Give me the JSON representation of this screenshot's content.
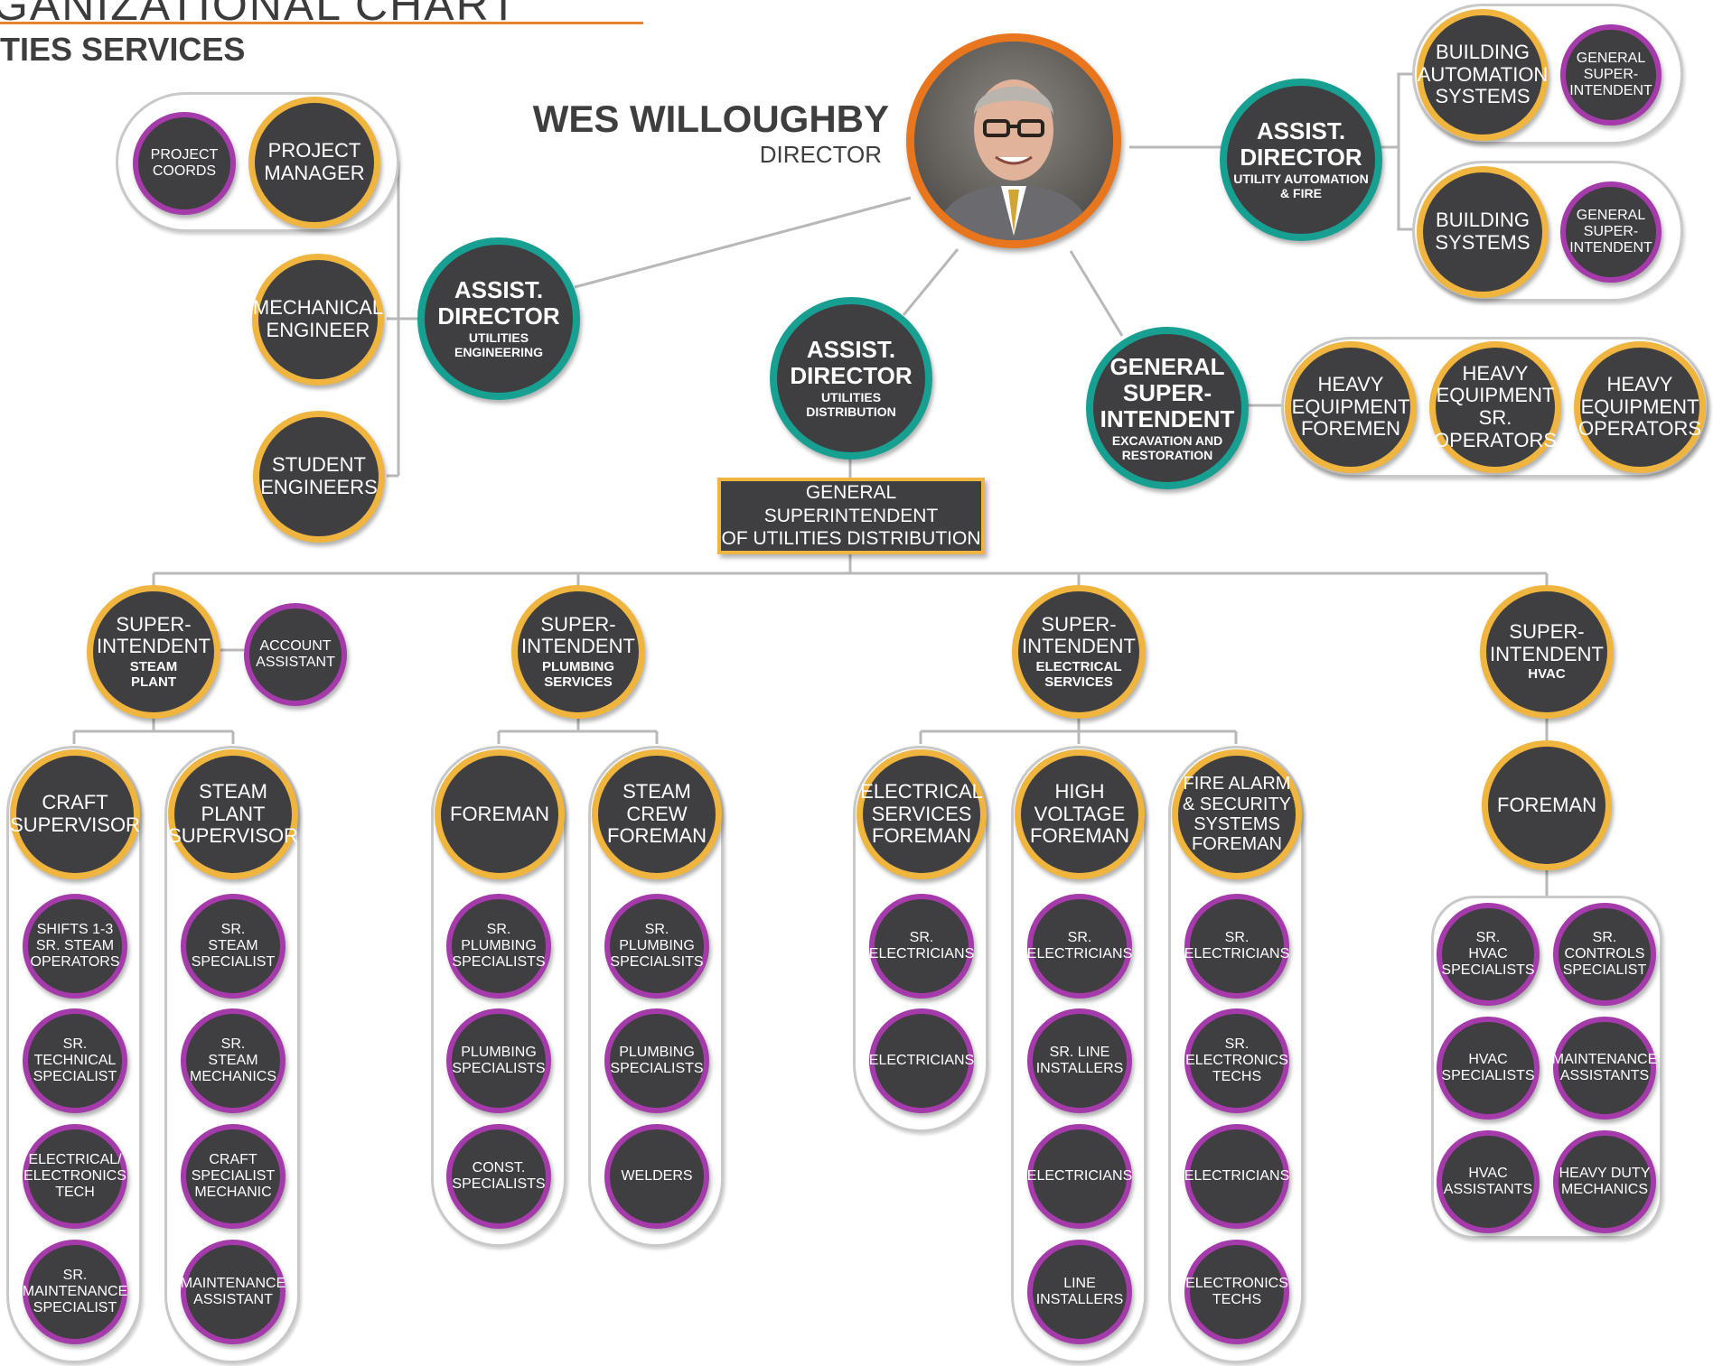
{
  "header": {
    "title": "GANIZATIONAL CHART",
    "subtitle": "TIES SERVICES"
  },
  "director": {
    "name": "WES WILLOUGHBY",
    "title": "DIRECTOR"
  },
  "colors": {
    "node_fill": "#3f3e41",
    "gold_ring": "#f0b53e",
    "teal_ring": "#17a092",
    "purple_ring": "#a53aab",
    "orange_ring": "#e8761e",
    "connector": "#b8b8b8"
  },
  "engineering": {
    "assist_director": {
      "title": "ASSIST.\nDIRECTOR",
      "sub": "UTILITIES\nENGINEERING"
    },
    "project_coords": "PROJECT\nCOORDS",
    "project_manager": "PROJECT\nMANAGER",
    "mechanical_engineer": "MECHANICAL\nENGINEER",
    "student_engineers": "STUDENT\nENGINEERS"
  },
  "automation": {
    "assist_director": {
      "title": "ASSIST.\nDIRECTOR",
      "sub": "UTILITY AUTOMATION\n& FIRE"
    },
    "building_automation_systems": "BUILDING\nAUTOMATION\nSYSTEMS",
    "general_superintendent_1": "GENERAL\nSUPER-\nINTENDENT",
    "building_systems": "BUILDING\nSYSTEMS",
    "general_superintendent_2": "GENERAL\nSUPER-\nINTENDENT"
  },
  "distribution": {
    "assist_director": {
      "title": "ASSIST.\nDIRECTOR",
      "sub": "UTILITIES\nDISTRIBUTION"
    },
    "general_superintendent_box": "GENERAL SUPERINTENDENT\nOF UTILITIES DISTRIBUTION"
  },
  "excavation": {
    "general_superintendent": {
      "title": "GENERAL\nSUPER-\nINTENDENT",
      "sub": "EXCAVATION AND\nRESTORATION"
    },
    "heavy_equipment_foremen": "HEAVY\nEQUIPMENT\nFOREMEN",
    "heavy_equipment_sr_operators": "HEAVY\nEQUIPMENT\nSR.\nOPERATORS",
    "heavy_equipment_operators": "HEAVY\nEQUIPMENT\nOPERATORS"
  },
  "steam_plant": {
    "superintendent": {
      "title": "SUPER-\nINTENDENT",
      "sub": "STEAM\nPLANT"
    },
    "account_assistant": "ACCOUNT\nASSISTANT",
    "craft_supervisor": "CRAFT\nSUPERVISOR",
    "steam_plant_supervisor": "STEAM\nPLANT\nSUPERVISOR",
    "craft_team": [
      "SHIFTS 1-3\nSR. STEAM\nOPERATORS",
      "SR.\nTECHNICAL\nSPECIALIST",
      "ELECTRICAL/\nELECTRONICS\nTECH",
      "SR.\nMAINTENANCE\nSPECIALIST"
    ],
    "plant_team": [
      "SR.\nSTEAM\nSPECIALIST",
      "SR.\nSTEAM\nMECHANICS",
      "CRAFT\nSPECIALIST\nMECHANIC",
      "MAINTENANCE\nASSISTANT"
    ]
  },
  "plumbing": {
    "superintendent": {
      "title": "SUPER-\nINTENDENT",
      "sub": "PLUMBING\nSERVICES"
    },
    "foreman": "FOREMAN",
    "steam_crew_foreman": "STEAM\nCREW\nFOREMAN",
    "foreman_team": [
      "SR.\nPLUMBING\nSPECIALISTS",
      "PLUMBING\nSPECIALISTS",
      "CONST.\nSPECIALISTS"
    ],
    "steam_crew_team": [
      "SR.\nPLUMBING\nSPECIALSITS",
      "PLUMBING\nSPECIALISTS",
      "WELDERS"
    ]
  },
  "electrical": {
    "superintendent": {
      "title": "SUPER-\nINTENDENT",
      "sub": "ELECTRICAL\nSERVICES"
    },
    "electrical_services_foreman": "ELECTRICAL\nSERVICES\nFOREMAN",
    "high_voltage_foreman": "HIGH\nVOLTAGE\nFOREMAN",
    "fire_alarm_foreman": "FIRE ALARM\n& SECURITY\nSYSTEMS\nFOREMAN",
    "services_team": [
      "SR.\nELECTRICIANS",
      "ELECTRICIANS"
    ],
    "high_voltage_team": [
      "SR.\nELECTRICIANS",
      "SR. LINE\nINSTALLERS",
      "ELECTRICIANS",
      "LINE\nINSTALLERS"
    ],
    "fire_alarm_team": [
      "SR.\nELECTRICIANS",
      "SR.\nELECTRONICS\nTECHS",
      "ELECTRICIANS",
      "ELECTRONICS\nTECHS"
    ]
  },
  "hvac": {
    "superintendent": {
      "title": "SUPER-\nINTENDENT",
      "sub": "HVAC"
    },
    "foreman": "FOREMAN",
    "team": [
      "SR.\nHVAC\nSPECIALISTS",
      "SR.\nCONTROLS\nSPECIALIST",
      "HVAC\nSPECIALISTS",
      "MAINTENANCE\nASSISTANTS",
      "HVAC\nASSISTANTS",
      "HEAVY DUTY\nMECHANICS"
    ]
  }
}
